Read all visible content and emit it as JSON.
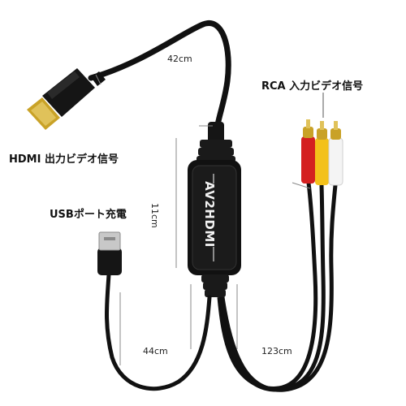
{
  "labels": {
    "rca": "RCA 入力ビデオ信号",
    "hdmi": "HDMI 出力ビデオ信号",
    "usb": "USBポート充電"
  },
  "dimensions": {
    "hdmi_cable": "42cm",
    "box_length": "11cm",
    "usb_cable": "44cm",
    "rca_cable": "123cm"
  },
  "converter_box_text": "AV2HDMI",
  "colors": {
    "cable": "#111111",
    "rca_red": "#d42020",
    "rca_yellow": "#f3c11a",
    "rca_white": "#f4f4f4",
    "gold": "#c9a227",
    "usb_metal": "#c8c8c8"
  }
}
